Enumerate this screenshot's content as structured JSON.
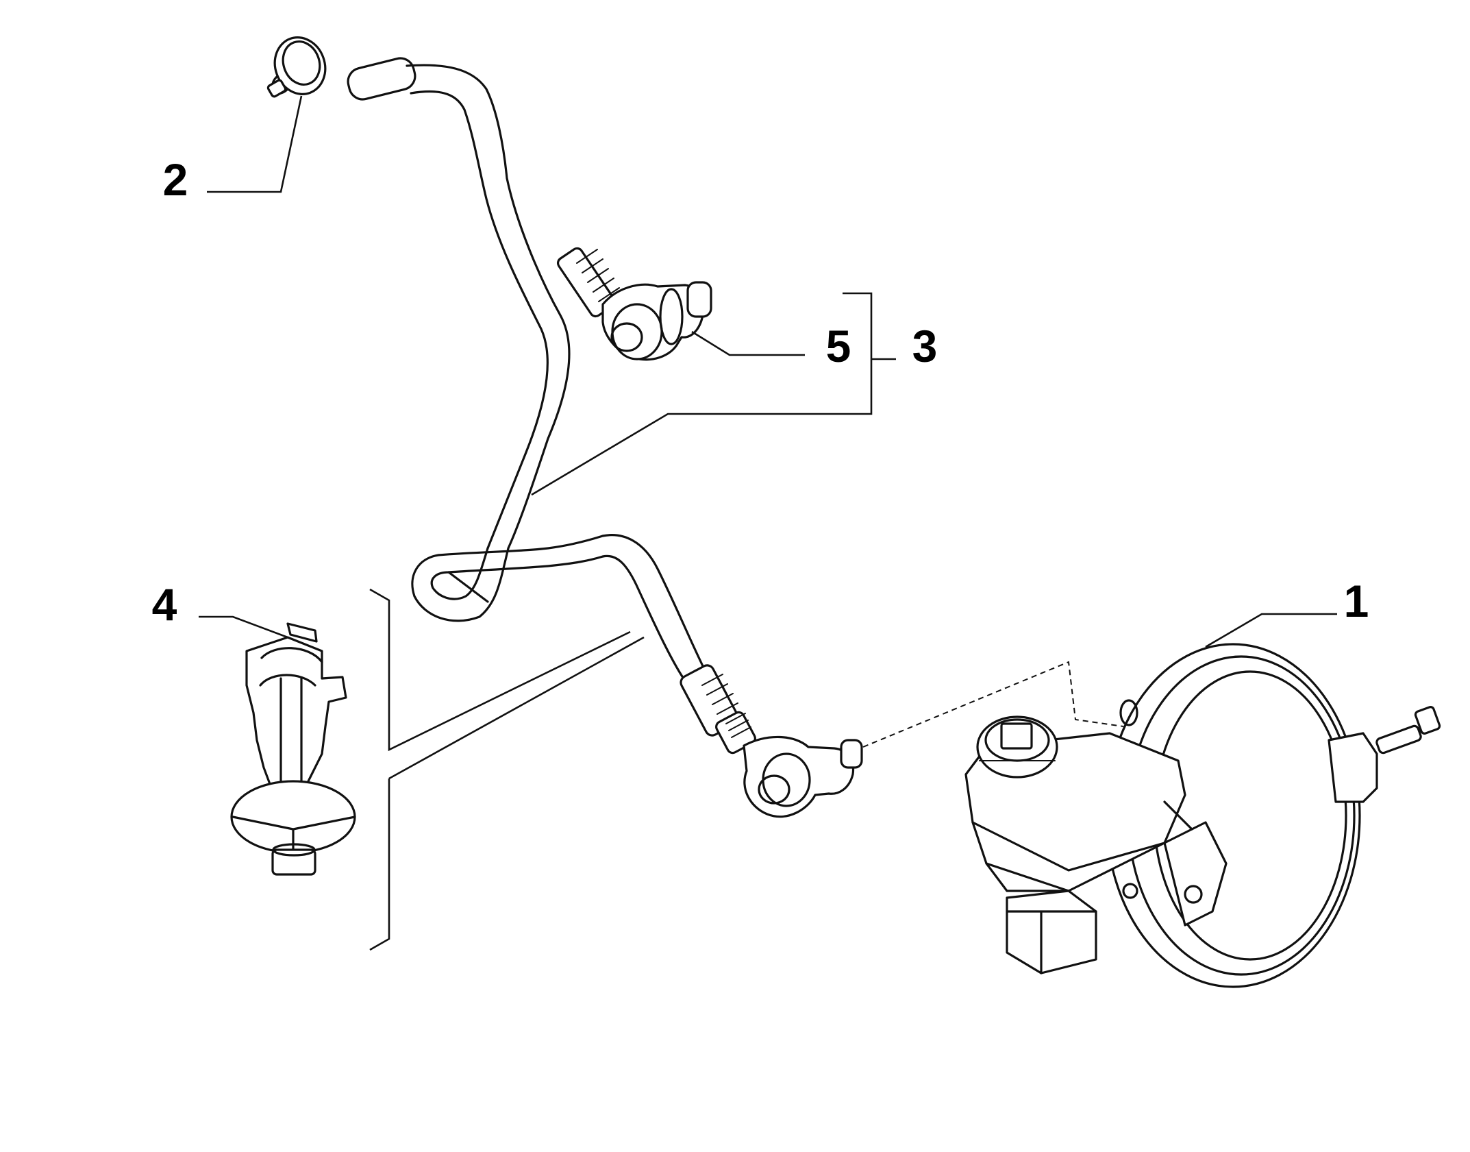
{
  "callouts": {
    "part_1": "1",
    "part_2": "2",
    "part_3": "3",
    "part_4": "4",
    "part_5": "5"
  },
  "colors": {
    "ink": "#111111",
    "background": "#ffffff"
  }
}
